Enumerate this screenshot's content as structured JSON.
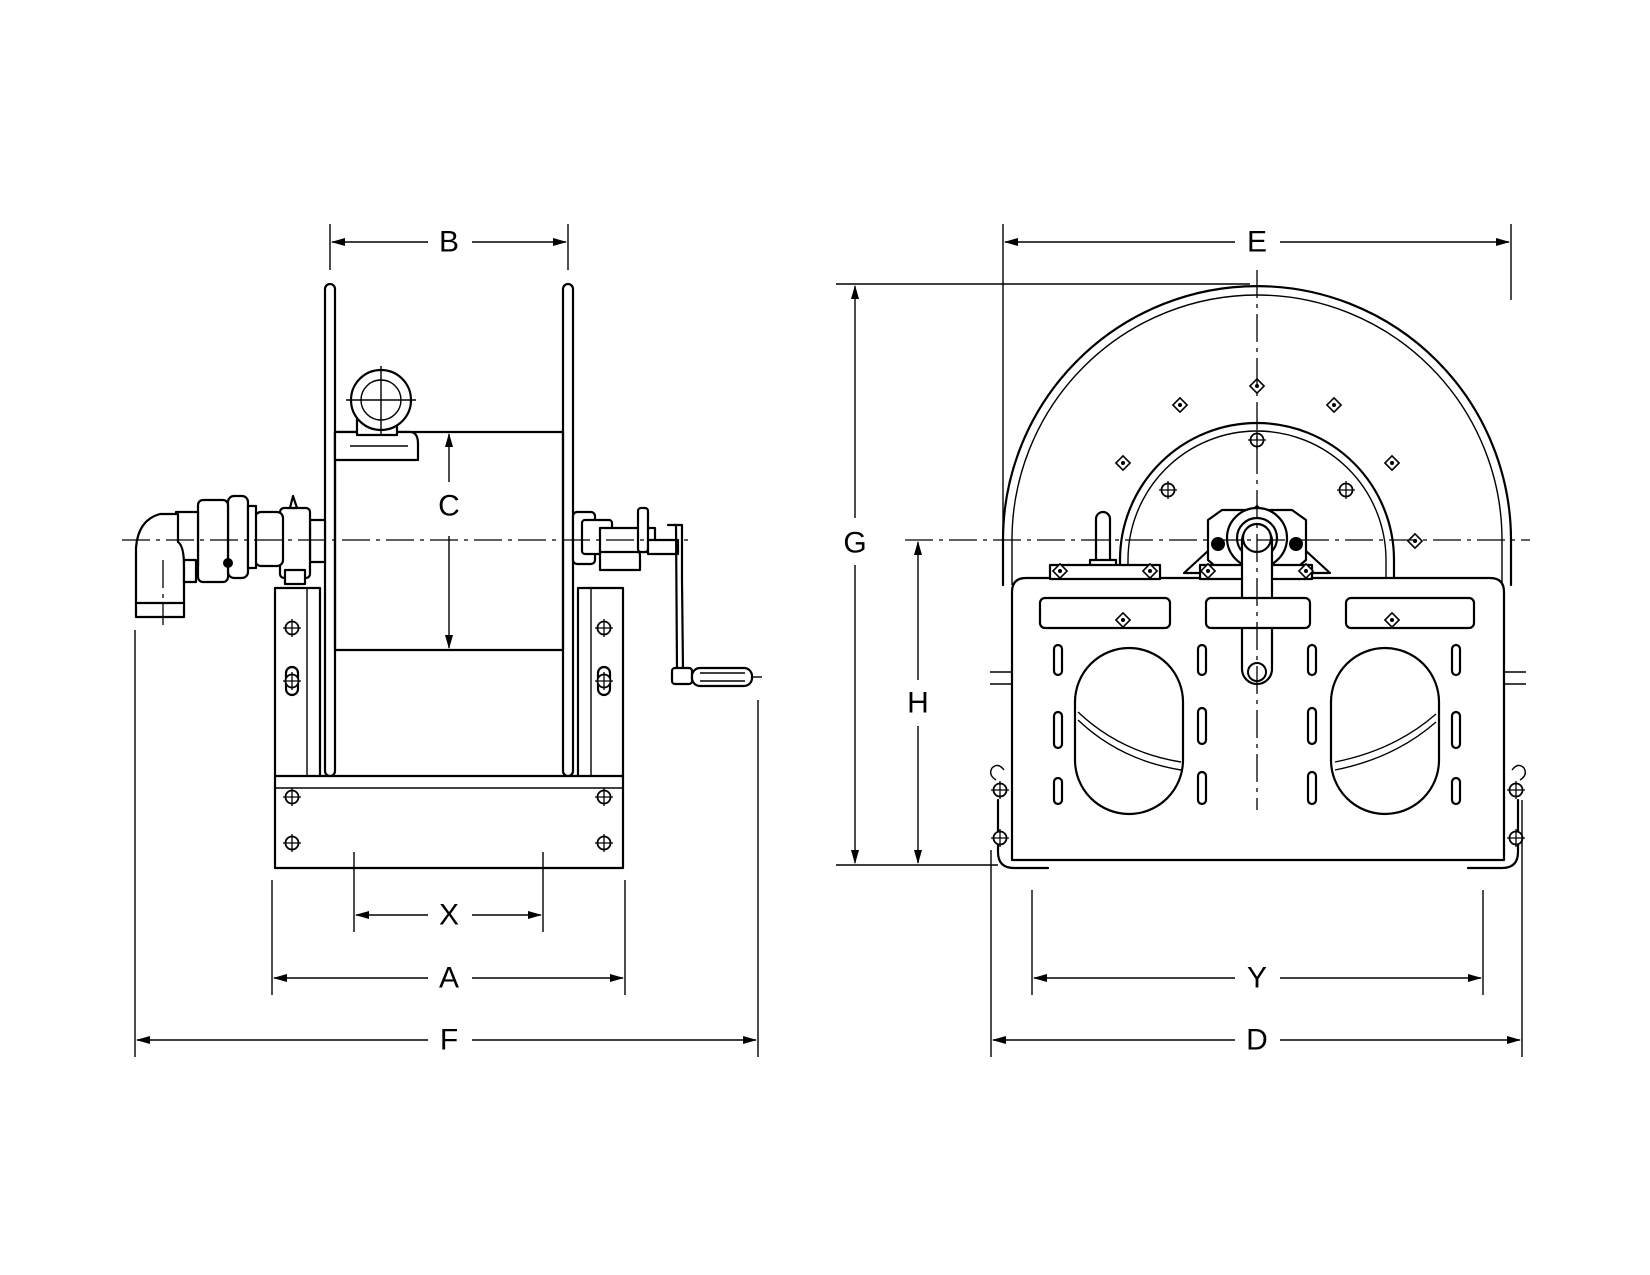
{
  "labels": {
    "A": "A",
    "B": "B",
    "C": "C",
    "D": "D",
    "E": "E",
    "F": "F",
    "G": "G",
    "H": "H",
    "X": "X",
    "Y": "Y"
  }
}
